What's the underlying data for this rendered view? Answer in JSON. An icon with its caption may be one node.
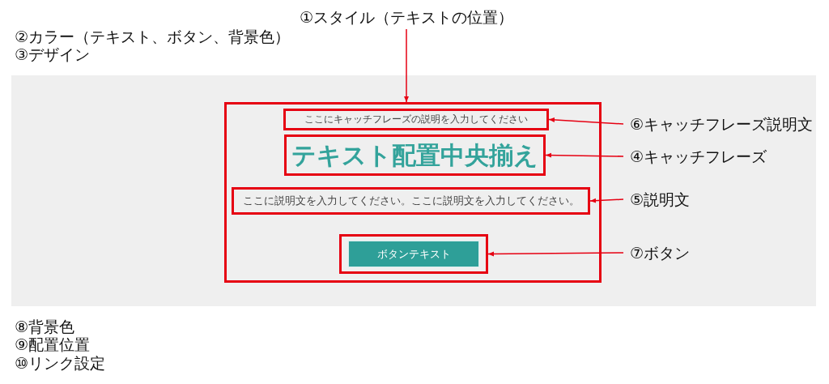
{
  "diagram": {
    "nodes": [
      {
        "text": [
          "①スタイル（テキストの位置）"
        ]
      },
      {
        "text": [],
        "shape": "box"
      },
      {
        "text": [
          "ここにキャッチフレーズの説明を入力してください"
        ],
        "in": 1
      },
      {
        "text": [
          "テキスト配置中央揃え"
        ],
        "in": 1
      },
      {
        "text": [
          "ここに説明文を入力してください。ここに説明文を入力してください。"
        ],
        "in": 1
      },
      {
        "text": [
          "ボタンテキスト"
        ],
        "in": 1
      },
      {
        "text": [
          "⑥キャッチフレーズ説明文"
        ]
      },
      {
        "text": [
          "④キャッチフレーズ"
        ]
      },
      {
        "text": [
          "⑤説明文"
        ]
      },
      {
        "text": [
          "⑦ボタン"
        ]
      }
    ],
    "edges": [
      {
        "from": 0,
        "to": 1,
        "arrow": "to"
      },
      {
        "from": 6,
        "to": 2,
        "arrow": "to"
      },
      {
        "from": 7,
        "to": 3,
        "arrow": "to"
      },
      {
        "from": 8,
        "to": 4,
        "arrow": "to"
      },
      {
        "from": 9,
        "to": 5,
        "arrow": "to"
      }
    ],
    "labels": [
      "②カラー（テキスト、ボタン、背景色）",
      "③デザイン",
      "⑧背景色",
      "⑨配置位置",
      "⑩リンク設定"
    ]
  }
}
